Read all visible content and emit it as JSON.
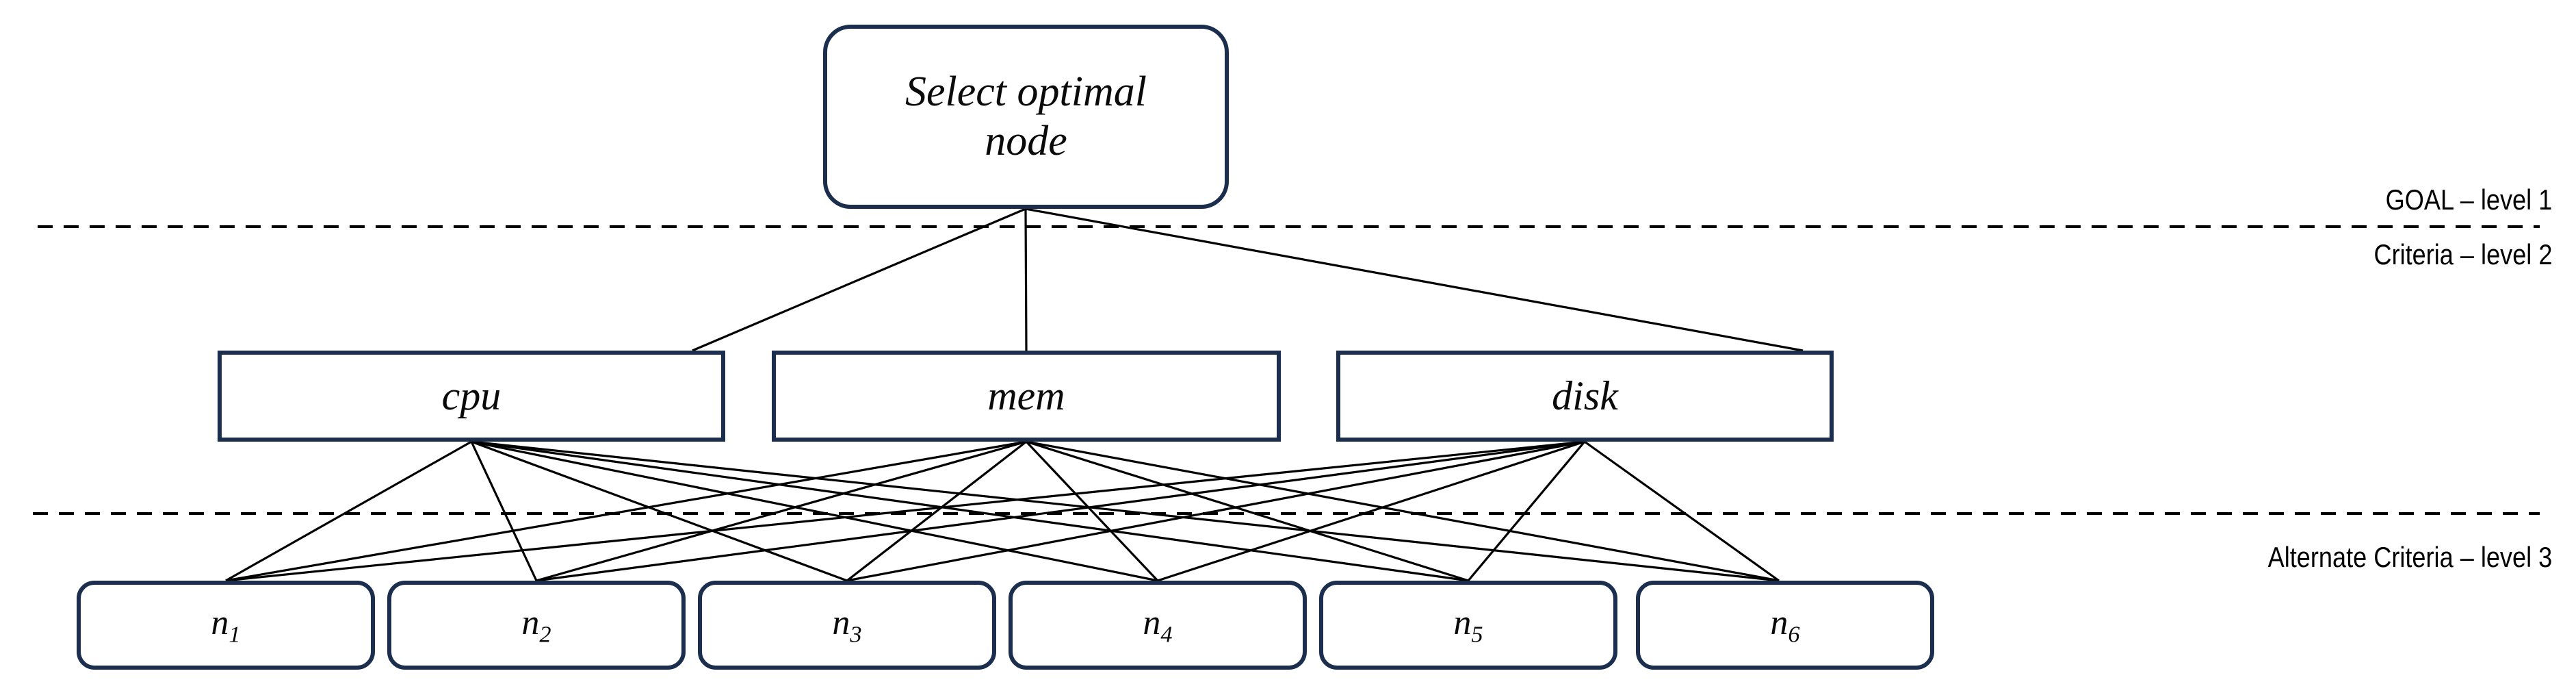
{
  "diagram": {
    "type": "ahp-hierarchy",
    "background_color": "#ffffff",
    "node_border_color": "#1b2e4e",
    "edge_color": "#000000",
    "divider_color": "#000000"
  },
  "goal": {
    "id": "goal",
    "label": "Select optimal\nnode",
    "shape": "rounded-rectangle"
  },
  "criteria": [
    {
      "id": "cpu",
      "label": "cpu",
      "shape": "rectangle"
    },
    {
      "id": "mem",
      "label": "mem",
      "shape": "rectangle"
    },
    {
      "id": "disk",
      "label": "disk",
      "shape": "rectangle"
    }
  ],
  "alternatives": [
    {
      "id": "n1",
      "base": "n",
      "subscript": "1",
      "label": "n1",
      "shape": "rounded-rectangle"
    },
    {
      "id": "n2",
      "base": "n",
      "subscript": "2",
      "label": "n2",
      "shape": "rounded-rectangle"
    },
    {
      "id": "n3",
      "base": "n",
      "subscript": "3",
      "label": "n3",
      "shape": "rounded-rectangle"
    },
    {
      "id": "n4",
      "base": "n",
      "subscript": "4",
      "label": "n4",
      "shape": "rounded-rectangle"
    },
    {
      "id": "n5",
      "base": "n",
      "subscript": "5",
      "label": "n5",
      "shape": "rounded-rectangle"
    },
    {
      "id": "n6",
      "base": "n",
      "subscript": "6",
      "label": "n6",
      "shape": "rounded-rectangle"
    }
  ],
  "level_labels": [
    {
      "id": "level-1",
      "text": "GOAL – level 1"
    },
    {
      "id": "level-2",
      "text": "Criteria – level 2"
    },
    {
      "id": "level-3",
      "text": "Alternate Criteria – level 3"
    }
  ],
  "dividers": [
    {
      "id": "divider-goal-criteria",
      "style": "dashed"
    },
    {
      "id": "divider-criteria-alternatives",
      "style": "dashed"
    }
  ],
  "edges": {
    "goal_to_criteria": [
      "cpu",
      "mem",
      "disk"
    ],
    "criteria_to_alternatives": {
      "cpu": [
        "n1",
        "n2",
        "n3",
        "n4",
        "n5",
        "n6"
      ],
      "mem": [
        "n1",
        "n2",
        "n3",
        "n4",
        "n5",
        "n6"
      ],
      "disk": [
        "n1",
        "n2",
        "n3",
        "n4",
        "n5",
        "n6"
      ]
    }
  }
}
